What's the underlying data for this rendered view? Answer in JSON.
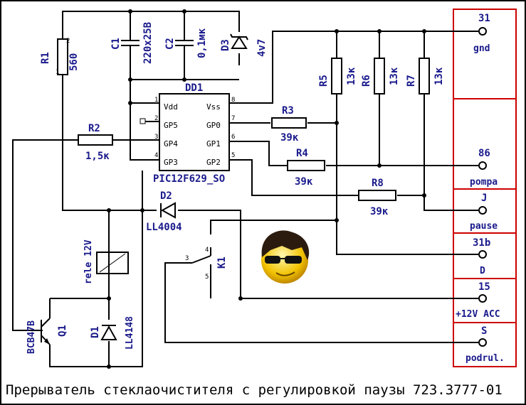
{
  "title": "Прерыватель стеклаочистителя с регулировкой паузы 723.3777-01",
  "components": {
    "R1": {
      "ref": "R1",
      "value": "560"
    },
    "C1": {
      "ref": "C1",
      "value": "220x25B"
    },
    "C2": {
      "ref": "C2",
      "value": "0,1мк"
    },
    "D3": {
      "ref": "D3",
      "value": "4v7"
    },
    "R5": {
      "ref": "R5",
      "value": "13к"
    },
    "R6": {
      "ref": "R6",
      "value": "13к"
    },
    "R7": {
      "ref": "R7",
      "value": "13к"
    },
    "DD1": {
      "ref": "DD1",
      "value": "PIC12F629_SO"
    },
    "R2": {
      "ref": "R2",
      "value": "1,5к"
    },
    "R3": {
      "ref": "R3",
      "value": "39к"
    },
    "R4": {
      "ref": "R4",
      "value": "39к"
    },
    "R8": {
      "ref": "R8",
      "value": "39к"
    },
    "D2": {
      "ref": "D2",
      "value": "LL4004"
    },
    "K1": {
      "ref": "K1",
      "value": "rele 12V"
    },
    "Q1": {
      "ref": "Q1",
      "value": "BCB47B"
    },
    "D1": {
      "ref": "D1",
      "value": "LL4148"
    }
  },
  "chip_pins": {
    "vdd": "Vdd",
    "gp5": "GP5",
    "gp4": "GP4",
    "gp3": "GP3",
    "vss": "Vss",
    "gp0": "GP0",
    "gp1": "GP1",
    "gp2": "GP2"
  },
  "pin_numbers": [
    "1",
    "2",
    "3",
    "4",
    "5",
    "6",
    "7",
    "8"
  ],
  "terminals": [
    {
      "num": "31",
      "name": "gnd"
    },
    {
      "num": "86",
      "name": "pompa"
    },
    {
      "num": "J",
      "name": "pause"
    },
    {
      "num": "31b",
      "name": "D"
    },
    {
      "num": "15",
      "name": "+12V ACC"
    },
    {
      "num": "S",
      "name": "podrul."
    }
  ],
  "relay_contact_pins": [
    "3",
    "4",
    "5"
  ],
  "colors": {
    "label": "#1a1a8c",
    "frame": "#cc0000",
    "wire": "#000000"
  },
  "icons": [
    "sunglasses-smiley-icon"
  ]
}
